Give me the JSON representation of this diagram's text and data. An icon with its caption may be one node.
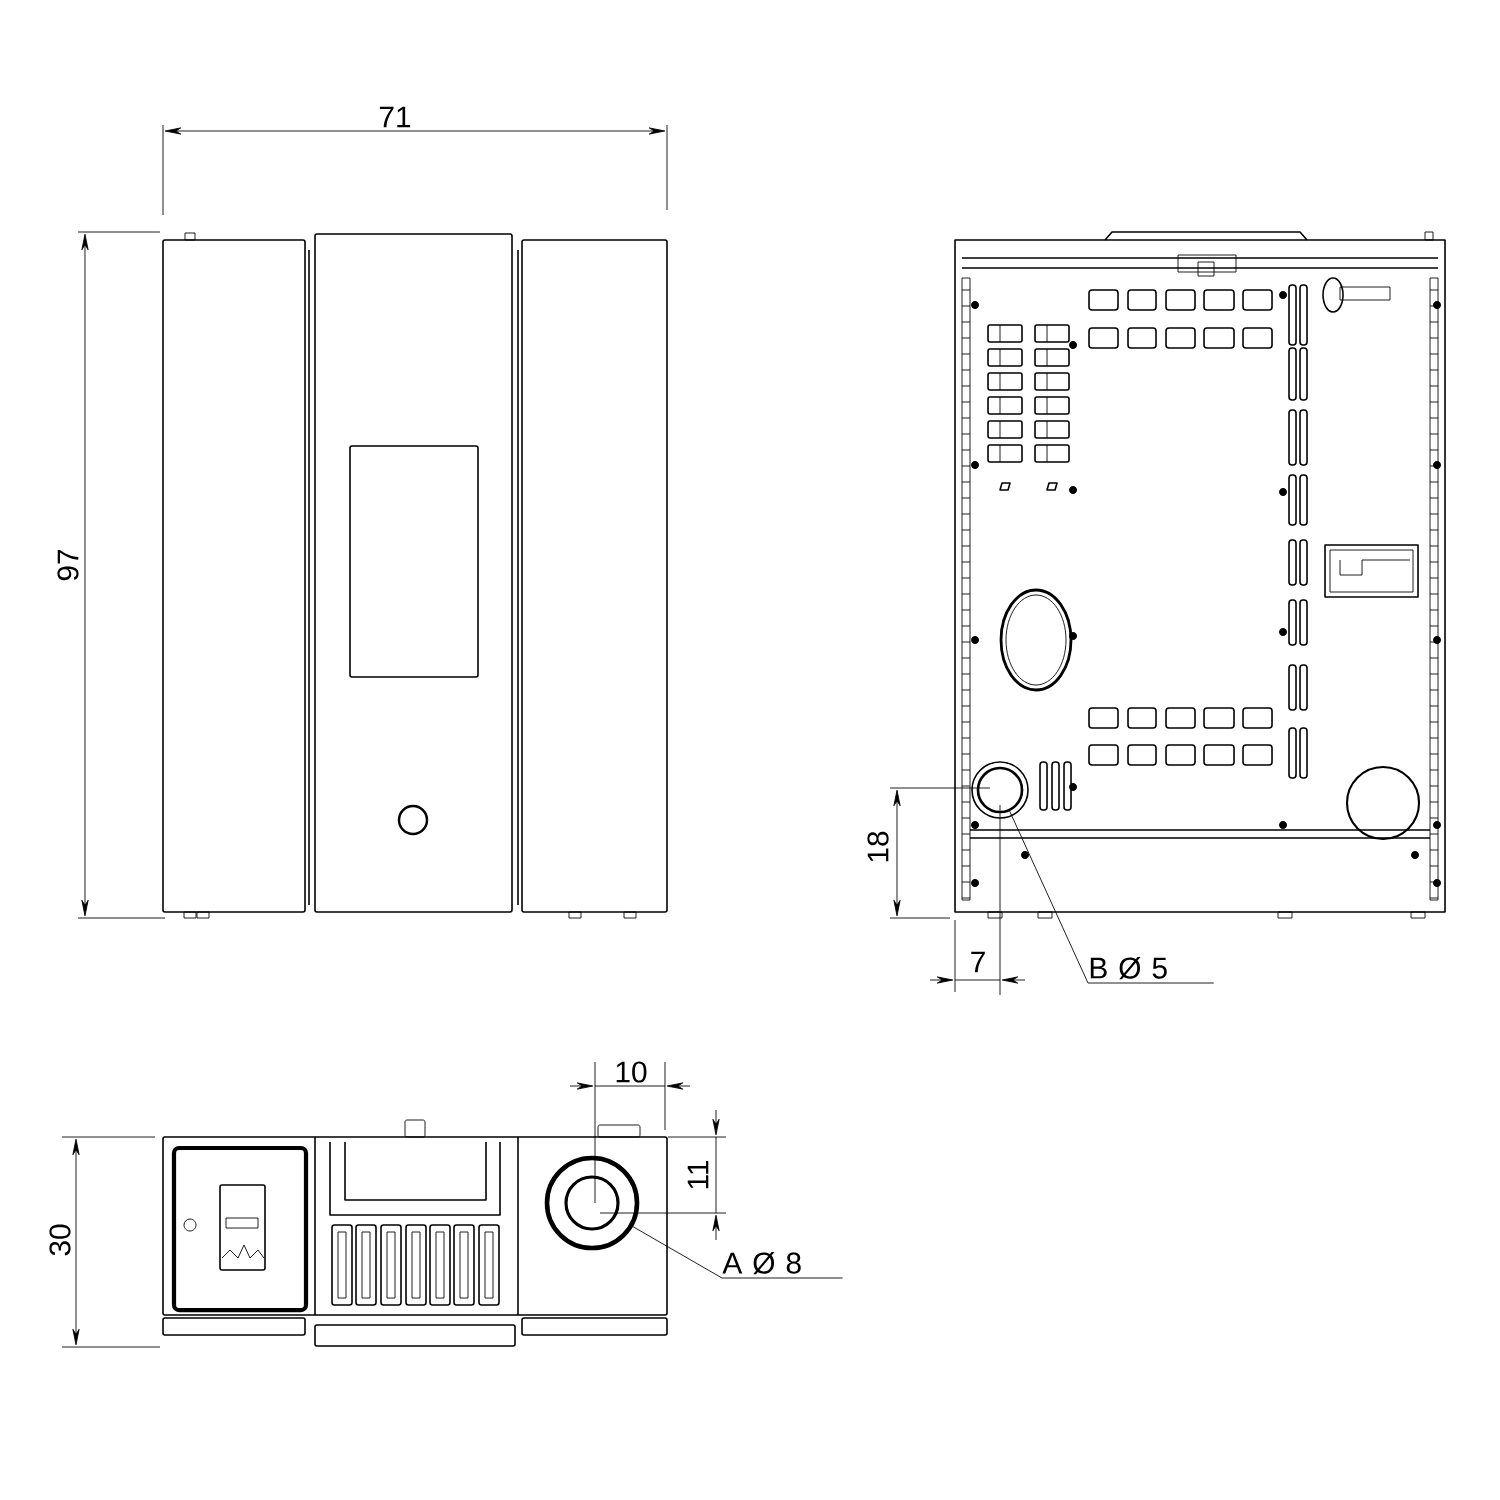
{
  "diagram": {
    "nodes": [
      {
        "text": [
          "B Ø 5"
        ]
      },
      {
        "text": [],
        "shape": "circle"
      },
      {
        "text": [
          "A Ø 8"
        ]
      },
      {
        "text": [],
        "shape": "circle"
      }
    ],
    "edges": [
      {
        "from": 0,
        "to": 1,
        "arrow": "none"
      },
      {
        "from": 2,
        "to": 3,
        "arrow": "none"
      }
    ],
    "labels": [
      "71",
      "97",
      "18",
      "7",
      "10",
      "11",
      "30"
    ]
  }
}
